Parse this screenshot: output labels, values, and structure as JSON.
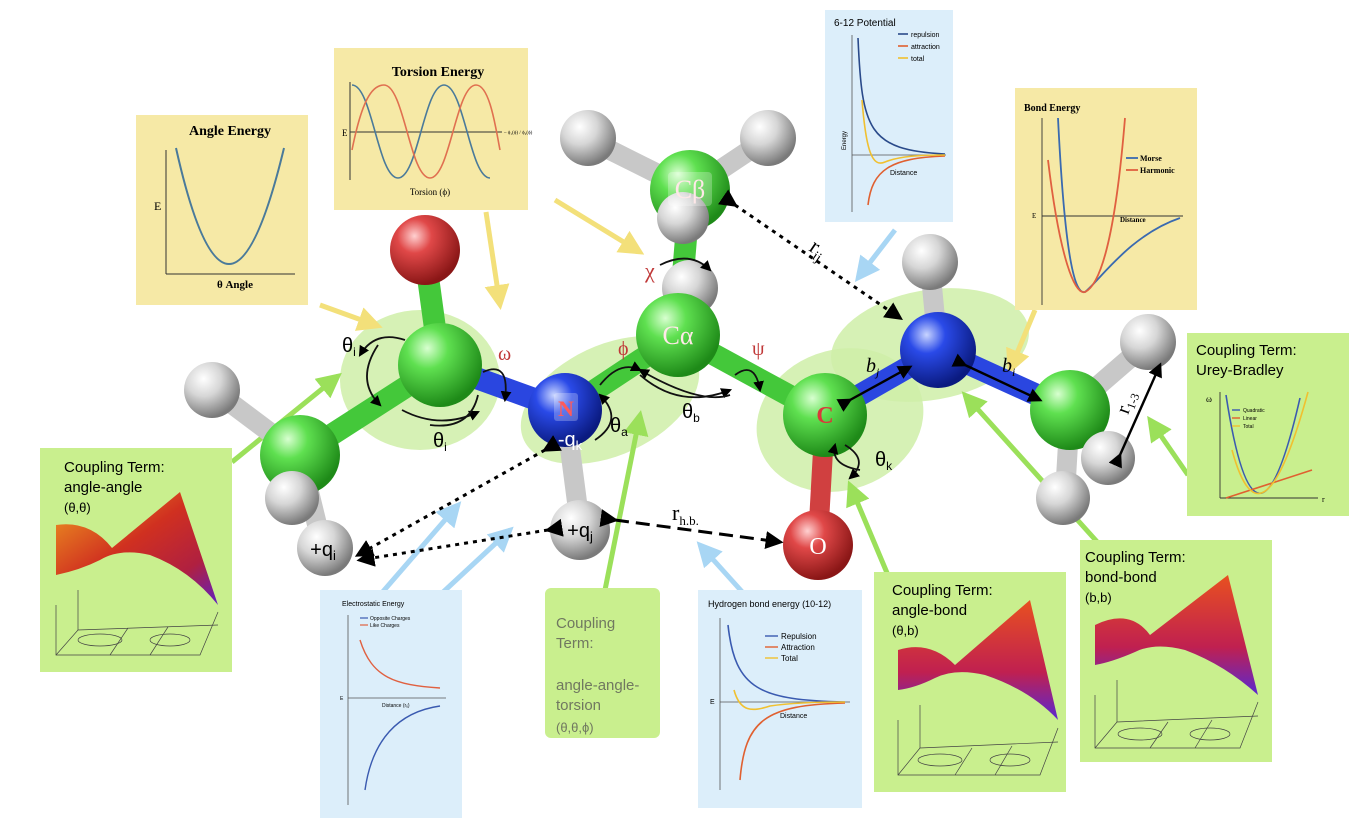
{
  "atoms": {
    "cb": "Cβ",
    "ca": "Cα",
    "n": "N",
    "c": "C",
    "o": "O",
    "neg_charge": "-q",
    "neg_charge_sub": "k",
    "pos_charge_j": "+q",
    "pos_charge_j_sub": "j",
    "pos_charge_i": "+q",
    "pos_charge_i_sub": "i"
  },
  "labels": {
    "omega": "ω",
    "phi": "ϕ",
    "psi": "ψ",
    "chi": "χ",
    "theta_i_top": "θ",
    "theta_i_top_sub": "i",
    "theta_i_bottom": "θ",
    "theta_i_bottom_sub": "i",
    "theta_a": "θ",
    "theta_a_sub": "a",
    "theta_b": "θ",
    "theta_b_sub": "b",
    "theta_k": "θ",
    "theta_k_sub": "k",
    "r_ij": "r",
    "r_ij_sub": "ij",
    "r_hb": "r",
    "r_hb_sub": "h.b.",
    "r_13": "r",
    "r_13_sub": "1-3",
    "b_j": "b",
    "b_j_sub": "j",
    "b_i": "b",
    "b_i_sub": "i"
  },
  "panels": {
    "angle_energy": {
      "title": "Angle Energy",
      "y_label": "E",
      "x_label": "θ Angle"
    },
    "torsion_energy": {
      "title": "Torsion Energy",
      "y_label": "E",
      "x_label": "Torsion (ϕ)",
      "legend": "– ϕ₁(ϕ) / ϕ₂(ϕ)"
    },
    "lj_potential": {
      "title": "6-12 Potential",
      "legend": [
        "repulsion",
        "attraction",
        "total"
      ],
      "y_label": "Energy",
      "x_label": "Distance"
    },
    "bond_energy": {
      "title": "Bond Energy",
      "legend": [
        "Morse",
        "Harmonic"
      ],
      "y_label": "E",
      "x_label": "Distance"
    },
    "urey_bradley": {
      "title_line1": "Coupling Term:",
      "title_line2": "Urey-Bradley",
      "legend": [
        "Quadratic",
        "Linear",
        "Total"
      ],
      "y_label": "ω",
      "x_label": "r"
    },
    "angle_angle": {
      "title_line1": "Coupling Term:",
      "title_line2": "angle-angle",
      "title_line3": "(θ,θ)"
    },
    "electrostatic": {
      "title": "Electrostatic Energy",
      "legend": [
        "Opposite Charges",
        "Like Charges"
      ],
      "y_label": "E",
      "x_label": "Distance (rᵢⱼ)"
    },
    "angle_angle_torsion": {
      "line1": "Coupling",
      "line2": "Term:",
      "line3": "angle-angle-",
      "line4": "torsion",
      "line5": "(θ,θ,ϕ)"
    },
    "hbond": {
      "title": "Hydrogen bond energy (10-12)",
      "legend": [
        "Repulsion",
        "Attraction",
        "Total"
      ],
      "y_label": "E",
      "x_label": "Distance"
    },
    "angle_bond": {
      "title_line1": "Coupling Term:",
      "title_line2": "angle-bond",
      "title_line3": "(θ,b)"
    },
    "bond_bond": {
      "title_line1": "Coupling Term:",
      "title_line2": "bond-bond",
      "title_line3": "(b,b)"
    }
  },
  "colors": {
    "carbon": "#3fcf3a",
    "nitrogen": "#1f3fd8",
    "oxygen": "#d23a3a",
    "hydrogen": "#d8d8d8",
    "yellow_panel": "#f6e9a6",
    "blue_panel": "#dceefa",
    "green_panel": "#c9ef8e",
    "green_glow": "#cfeea8",
    "green_arrow": "#9be05a",
    "yellow_arrow": "#f3e07a",
    "blue_arrow": "#a8d6f4"
  }
}
